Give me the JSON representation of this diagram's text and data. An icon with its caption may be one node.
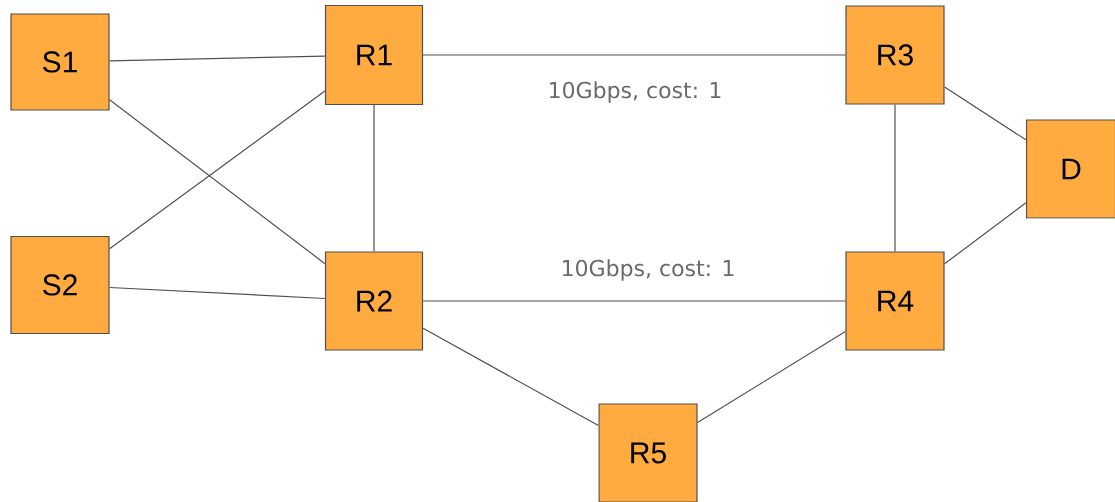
{
  "diagram": {
    "nodes": [
      {
        "text": [
          "S1"
        ]
      },
      {
        "text": [
          "S2"
        ]
      },
      {
        "text": [
          "R1"
        ]
      },
      {
        "text": [
          "R2"
        ]
      },
      {
        "text": [
          "R3"
        ]
      },
      {
        "text": [
          "R4"
        ]
      },
      {
        "text": [
          "D"
        ]
      },
      {
        "text": [
          "R5"
        ]
      }
    ],
    "edges": [
      {
        "from": 0,
        "to": 2,
        "arrow": "none"
      },
      {
        "from": 0,
        "to": 3,
        "arrow": "none"
      },
      {
        "from": 1,
        "to": 2,
        "arrow": "none"
      },
      {
        "from": 1,
        "to": 3,
        "arrow": "none"
      },
      {
        "from": 2,
        "to": 4,
        "arrow": "none",
        "label": "10Gbps, cost: 1"
      },
      {
        "from": 2,
        "to": 3,
        "arrow": "none"
      },
      {
        "from": 3,
        "to": 5,
        "arrow": "none",
        "label": "10Gbps, cost: 1"
      },
      {
        "from": 4,
        "to": 5,
        "arrow": "none"
      },
      {
        "from": 4,
        "to": 6,
        "arrow": "none"
      },
      {
        "from": 5,
        "to": 6,
        "arrow": "none"
      },
      {
        "from": 3,
        "to": 7,
        "arrow": "none"
      },
      {
        "from": 7,
        "to": 5,
        "arrow": "none"
      }
    ]
  }
}
